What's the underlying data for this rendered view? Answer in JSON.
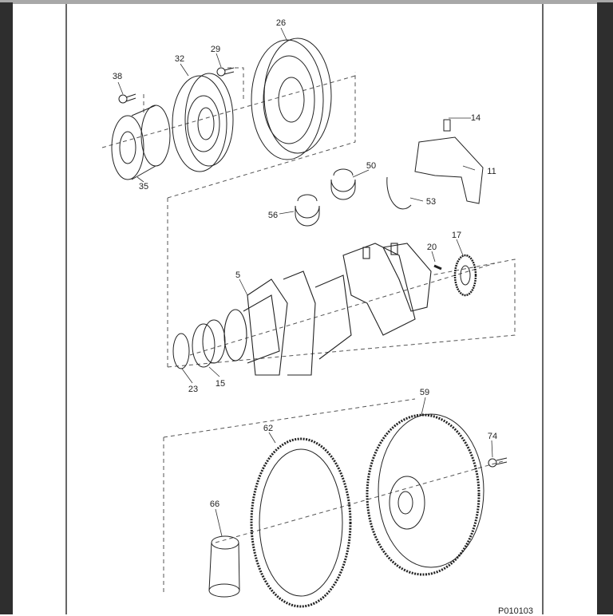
{
  "diagram": {
    "part_labels": [
      "26",
      "29",
      "32",
      "38",
      "35",
      "14",
      "11",
      "50",
      "53",
      "56",
      "17",
      "20",
      "5",
      "23",
      "15",
      "59",
      "62",
      "74",
      "66"
    ],
    "figure_id": "P010103"
  }
}
